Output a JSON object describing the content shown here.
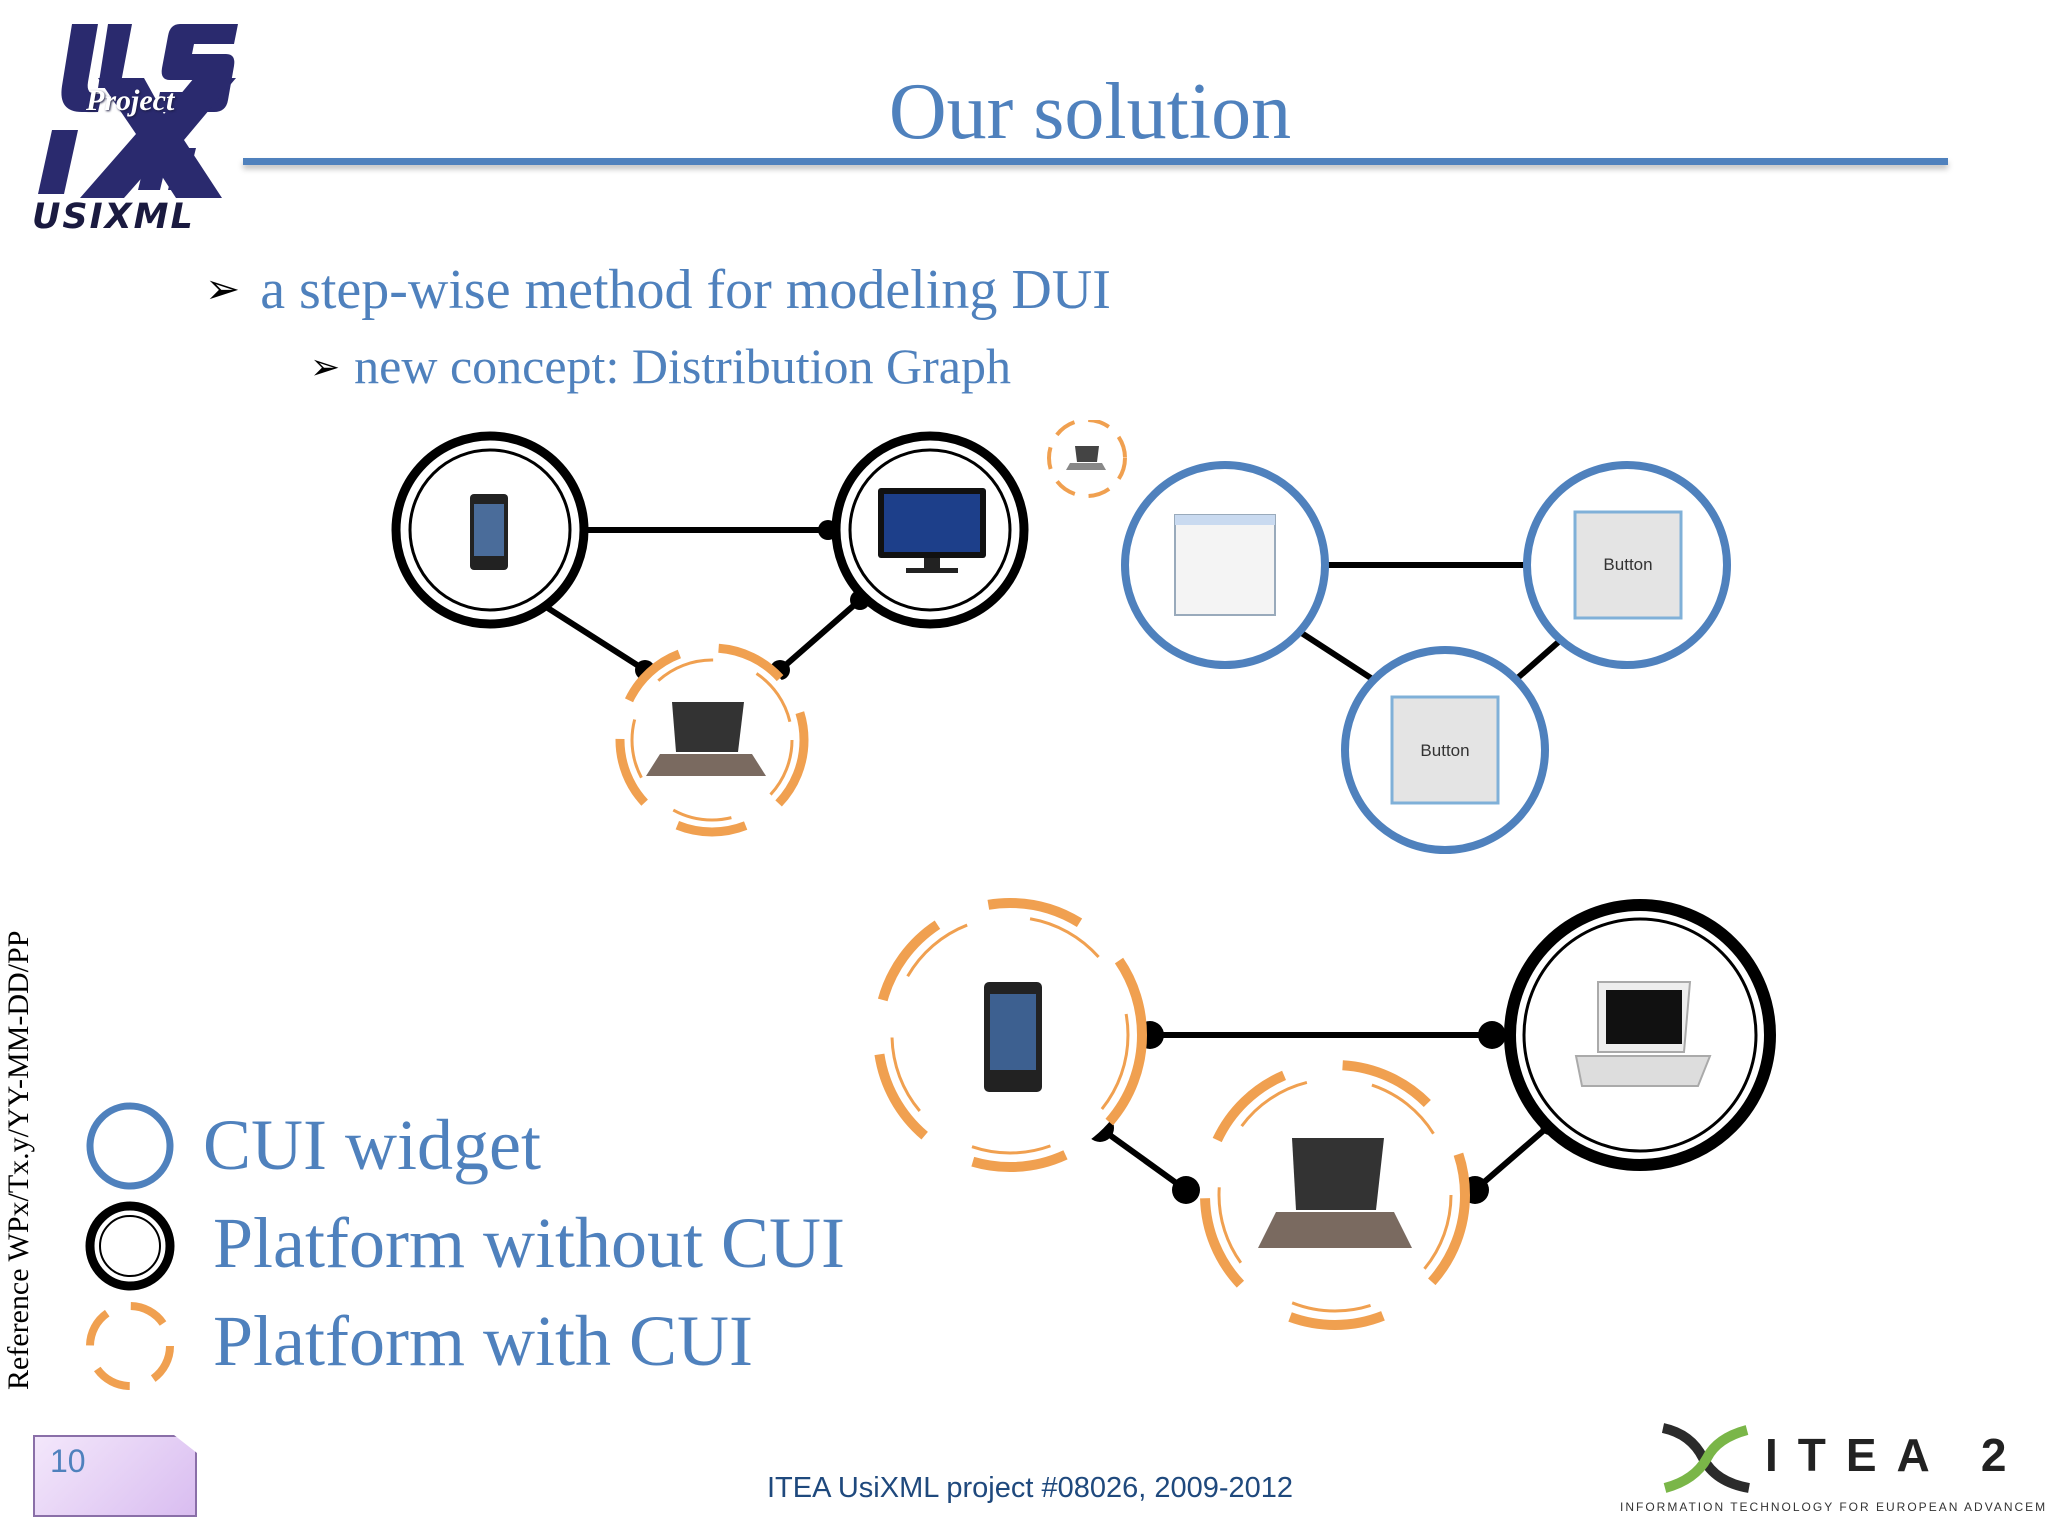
{
  "header": {
    "title": "Our solution",
    "logo_text": "USIXML",
    "logo_project_text": "Project"
  },
  "bullets": [
    "a step-wise method for modeling DUI",
    "new concept: Distribution Graph"
  ],
  "bullet_marker": "➢",
  "diagram": {
    "widget_button_labels": [
      "Button",
      "Button"
    ]
  },
  "legend": [
    {
      "shape": "blue-circle",
      "label": "CUI widget"
    },
    {
      "shape": "black-circle",
      "label": "Platform without CUI"
    },
    {
      "shape": "orange-dashed-circle",
      "label": "Platform with CUI"
    }
  ],
  "side_reference": "Reference WPx/Tx.y/YY-MM-DD/PP",
  "page_number": "10",
  "footer": "ITEA UsiXML project #08026, 2009-2012",
  "itea_logo": {
    "name": "ITEA 2",
    "tagline": "INFORMATION TECHNOLOGY FOR EUROPEAN ADVANCEMENT"
  },
  "colors": {
    "accent_blue": "#4f81bd",
    "platform_with_cui_orange": "#f0a050",
    "platform_black": "#000000"
  }
}
